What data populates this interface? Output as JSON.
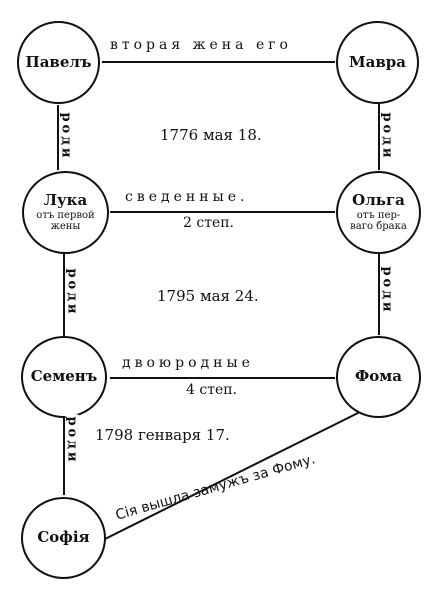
{
  "nodes": {
    "pavel": {
      "name": "Павелъ"
    },
    "mavra": {
      "name": "Мавра"
    },
    "luka": {
      "name": "Лука",
      "sub1": "отъ первой",
      "sub2": "жены"
    },
    "olga": {
      "name": "Ольга",
      "sub1": "отъ пер-",
      "sub2": "ваго брака"
    },
    "semen": {
      "name": "Семенъ"
    },
    "foma": {
      "name": "Фома"
    },
    "sofia": {
      "name": "Софія"
    }
  },
  "relations": {
    "second_wife": "вторая жена его",
    "svedennye": "сведенные.",
    "svedennye_step": "2 степ.",
    "dvoyurodnye": "двоюродные",
    "dvoyurodnye_step": "4 степ.",
    "married_note": "Сія вышла замужъ за Фому."
  },
  "dates": {
    "d1": "1776 мая 18.",
    "d2": "1795 мая 24.",
    "d3": "1798 генваря 17."
  },
  "vertical_labels": {
    "rodi": "роди"
  }
}
